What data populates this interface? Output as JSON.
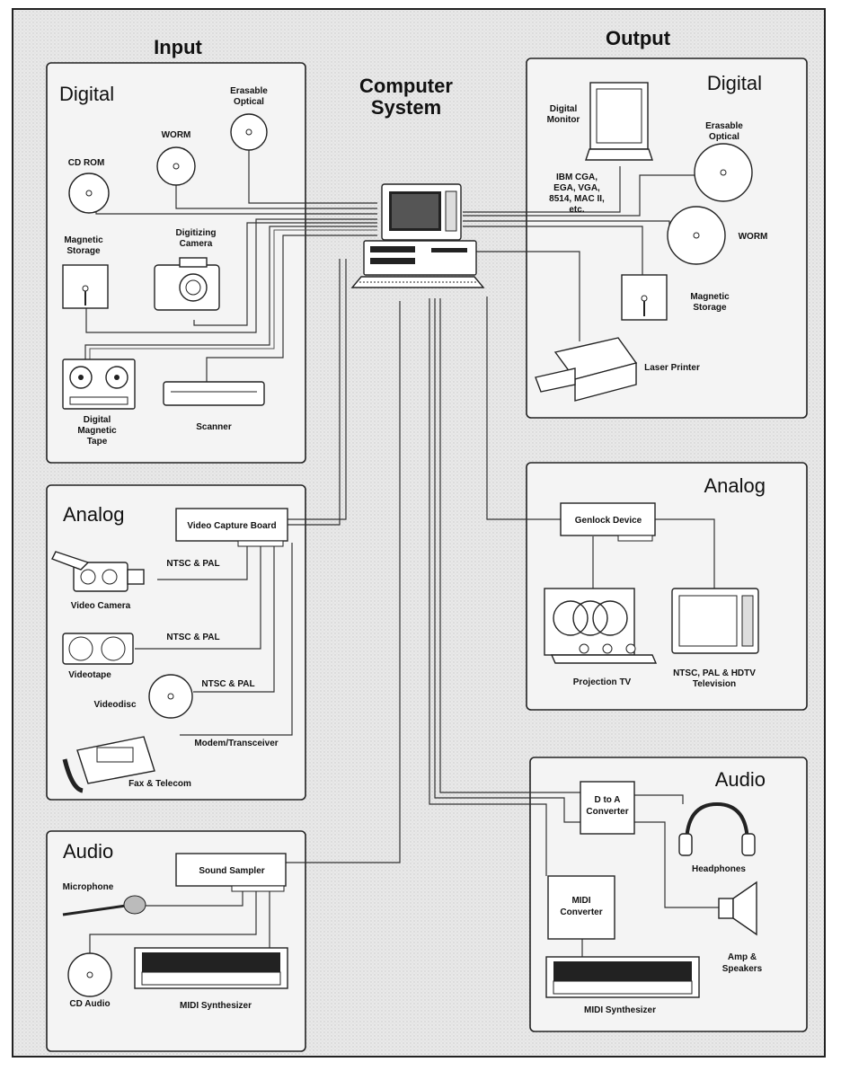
{
  "headers": {
    "input": "Input",
    "computer_line1": "Computer",
    "computer_line2": "System",
    "output": "Output"
  },
  "panels": {
    "input_digital": "Digital",
    "input_analog": "Analog",
    "input_audio": "Audio",
    "output_digital": "Digital",
    "output_analog": "Analog",
    "output_audio": "Audio"
  },
  "input_digital": {
    "erasable_optical_1": "Erasable",
    "erasable_optical_2": "Optical",
    "worm": "WORM",
    "cd_rom": "CD ROM",
    "magnetic_storage_1": "Magnetic",
    "magnetic_storage_2": "Storage",
    "digitizing_camera_1": "Digitizing",
    "digitizing_camera_2": "Camera",
    "digital_tape_1": "Digital",
    "digital_tape_2": "Magnetic",
    "digital_tape_3": "Tape",
    "scanner": "Scanner"
  },
  "input_analog": {
    "capture_board": "Video Capture Board",
    "ntsc_pal_1": "NTSC & PAL",
    "ntsc_pal_2": "NTSC & PAL",
    "ntsc_pal_3": "NTSC & PAL",
    "video_camera": "Video Camera",
    "videotape": "Videotape",
    "videodisc": "Videodisc",
    "modem": "Modem/Transceiver",
    "fax": "Fax & Telecom"
  },
  "input_audio": {
    "sound_sampler": "Sound Sampler",
    "microphone": "Microphone",
    "cd_audio": "CD Audio",
    "midi_synth": "MIDI Synthesizer"
  },
  "output_digital": {
    "digital_monitor_1": "Digital",
    "digital_monitor_2": "Monitor",
    "monitor_types_1": "IBM CGA,",
    "monitor_types_2": "EGA, VGA,",
    "monitor_types_3": "8514, MAC II,",
    "monitor_types_4": "etc.",
    "erasable_optical_1": "Erasable",
    "erasable_optical_2": "Optical",
    "worm": "WORM",
    "magnetic_storage_1": "Magnetic",
    "magnetic_storage_2": "Storage",
    "laser_printer": "Laser Printer"
  },
  "output_analog": {
    "genlock": "Genlock Device",
    "projection_tv": "Projection TV",
    "television_1": "NTSC, PAL & HDTV",
    "television_2": "Television"
  },
  "output_audio": {
    "d_to_a_1": "D to A",
    "d_to_a_2": "Converter",
    "headphones": "Headphones",
    "midi_converter_1": "MIDI",
    "midi_converter_2": "Converter",
    "amp_speakers_1": "Amp &",
    "amp_speakers_2": "Speakers",
    "midi_synth": "MIDI Synthesizer"
  }
}
